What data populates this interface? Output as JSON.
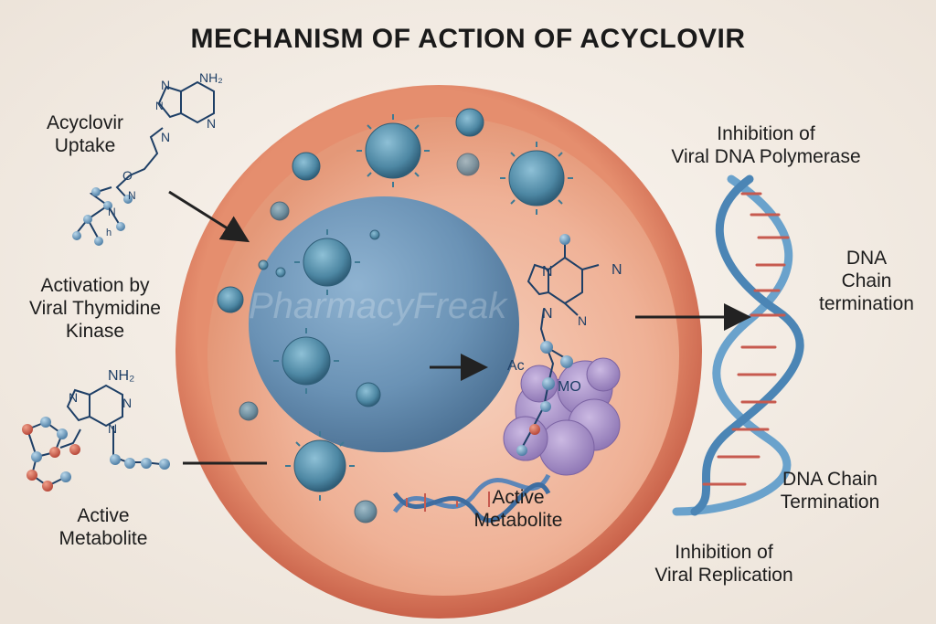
{
  "title": "MECHANISM OF ACTION OF ACYCLOVIR",
  "labels": {
    "acyclovir_uptake": [
      "Acyclovir",
      "Uptake"
    ],
    "activation": [
      "Activation by",
      "Viral Thymidine",
      "Kinase"
    ],
    "active_metabolite_left": [
      "Active",
      "Metabolite"
    ],
    "active_metabolite_center": [
      "Active",
      "Metabolite"
    ],
    "inhibition_polymerase": [
      "Inhibition of",
      "Viral DNA Polymerase"
    ],
    "dna_chain_termination_mid": [
      "DNA",
      "Chain",
      "termination"
    ],
    "dna_chain_termination_low": [
      "DNA Chain",
      "Termination"
    ],
    "inhibition_replication": [
      "Inhibition of",
      "Viral Replication"
    ]
  },
  "molecule_labels": {
    "nh2_top": "NH₂",
    "n_top_1": "N",
    "n_top_2": "N",
    "n_top_3": "N",
    "n_top_4": "N",
    "o_top": "O",
    "n_small": "N",
    "n_small_2": "N",
    "h_small": "h",
    "nh2_left": "NH₂",
    "n_left_1": "N",
    "n_left_2": "N",
    "n_left_3": "N",
    "n_center_1": "N",
    "n_center_2": "N",
    "n_center_3": "N",
    "n_center_4": "N",
    "ac": "Ac",
    "mo": "MO"
  },
  "watermark": "PharmacyFreak",
  "colors": {
    "background": "#f3ece4",
    "cell_outer": "#dd7a5c",
    "cell_inner": "#f1bba1",
    "nucleus": "#6a92b5",
    "virus": "#4d87a3",
    "enzyme": "#a893c8",
    "dna_backbone": "#6aa2cc",
    "dna_rung_red": "#c75a4f"
  }
}
